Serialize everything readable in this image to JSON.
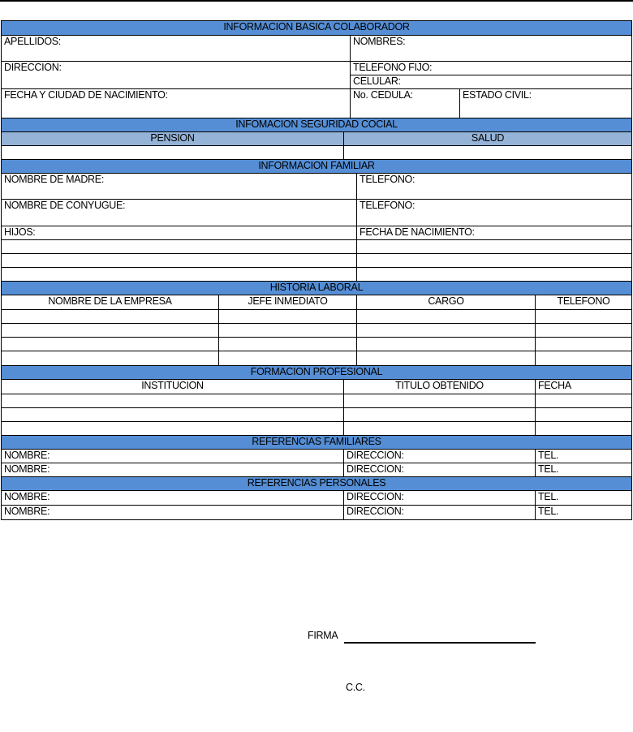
{
  "basic": {
    "title": "INFORMACION BASICA COLABORADOR",
    "apellidos": "APELLIDOS:",
    "nombres": "NOMBRES:",
    "direccion": "DIRECCION:",
    "telefono_fijo": "TELEFONO FIJO:",
    "celular": "CELULAR:",
    "fecha_ciudad": "FECHA  Y CIUDAD DE NACIMIENTO:",
    "cedula": "No. CEDULA:",
    "estado_civil": "ESTADO CIVIL:"
  },
  "social": {
    "title": "INFOMACION SEGURIDAD COCIAL",
    "pension": "PENSION",
    "salud": "SALUD"
  },
  "family": {
    "title": "INFORMACION FAMILIAR",
    "madre": "NOMBRE DE MADRE:",
    "telefono": "TELEFONO:",
    "conyugue": "NOMBRE DE  CONYUGUE:",
    "hijos": "HIJOS:",
    "fecha_nacimiento": "FECHA DE NACIMIENTO:"
  },
  "work": {
    "title": "HISTORIA LABORAL",
    "columns": [
      "NOMBRE DE LA EMPRESA",
      "JEFE INMEDIATO",
      "CARGO",
      "TELEFONO"
    ]
  },
  "education": {
    "title": "FORMACION PROFESIONAL",
    "columns": [
      "INSTITUCION",
      "TITULO OBTENIDO",
      "FECHA"
    ]
  },
  "ref_family": {
    "title": "REFERENCIAS FAMILIARES",
    "nombre": "NOMBRE:",
    "direccion": "DIRECCION:",
    "tel": "TEL."
  },
  "ref_personal": {
    "title": "REFERENCIAS PERSONALES",
    "nombre": "NOMBRE:",
    "direccion": "DIRECCION:",
    "tel": "TEL."
  },
  "signature": {
    "firma": "FIRMA",
    "cc": "C.C."
  }
}
